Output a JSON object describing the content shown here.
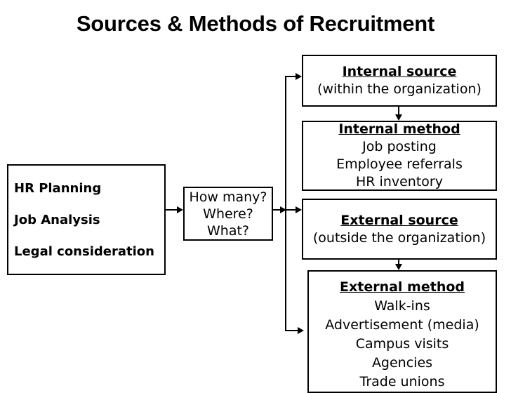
{
  "title": "Sources & Methods of Recruitment",
  "diagram": {
    "type": "flowchart",
    "boxes": {
      "inputs": {
        "name": "hr-inputs",
        "lines": [
          "HR Planning",
          "Job Analysis",
          "Legal consideration"
        ]
      },
      "questions": {
        "name": "recruitment-questions",
        "lines": [
          "How many?",
          "Where?",
          "What?"
        ]
      },
      "internal_source": {
        "name": "internal-source",
        "heading": "Internal source",
        "lines": [
          "(within the organization)"
        ]
      },
      "internal_method": {
        "name": "internal-method",
        "heading": "Internal method",
        "lines": [
          "Job posting",
          "Employee referrals",
          "HR inventory"
        ]
      },
      "external_source": {
        "name": "external-source",
        "heading": "External source",
        "lines": [
          "(outside the organization)"
        ]
      },
      "external_method": {
        "name": "external-method",
        "heading": "External method",
        "lines": [
          "Walk-ins",
          "Advertisement (media)",
          "Campus visits",
          "Agencies",
          "Trade unions"
        ]
      }
    },
    "colors": {
      "stroke": "#000000",
      "fill": "#ffffff",
      "text": "#000000"
    }
  }
}
